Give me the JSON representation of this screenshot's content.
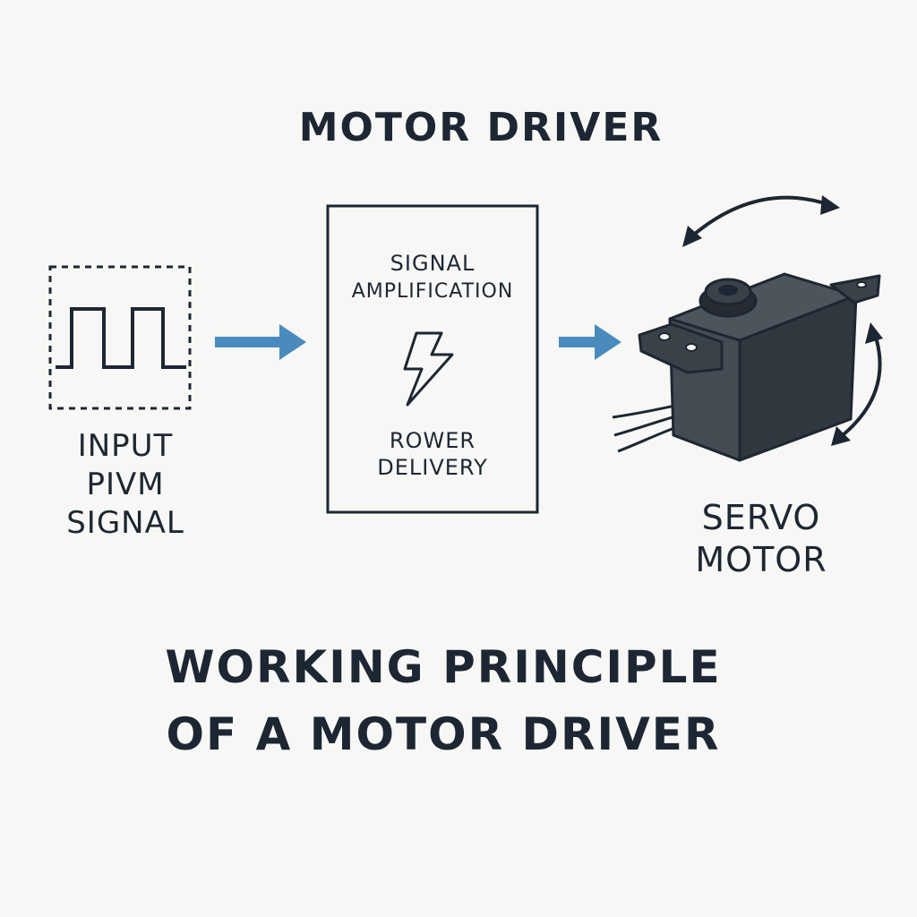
{
  "header": "MOTOR DRIVER",
  "input": {
    "line1": "INPUT",
    "line2": "PIVM",
    "line3": "SIGNAL"
  },
  "driver_box": {
    "line1": "SIGNAL",
    "line2": "AMPLIFICATION",
    "line3": "ROWER",
    "line4": "DELIVERY",
    "icon": "lightning-bolt-icon"
  },
  "servo": {
    "line1": "SERVO",
    "line2": "MOTOR",
    "icon": "servo-motor-icon"
  },
  "footer": {
    "line1": "WORKING PRINCIPLE",
    "line2": "OF A MOTOR DRIVER"
  },
  "colors": {
    "ink": "#1d2733",
    "arrow": "#4a8bbd",
    "background": "#f7f7f5",
    "servo_body": "#3c434b"
  }
}
